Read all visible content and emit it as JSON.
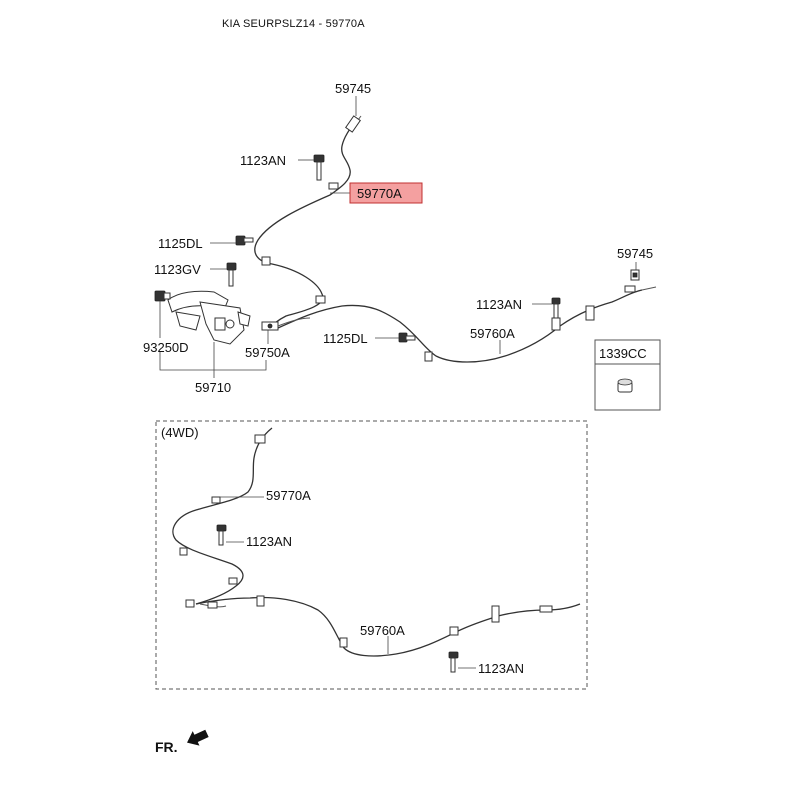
{
  "header": {
    "title": "KIA SEURPSLZ14 - 59770A"
  },
  "highlight": {
    "color": "#f08080",
    "border": "#c03030"
  },
  "labels": {
    "p59745_top": "59745",
    "p1123an_top": "1123AN",
    "p59770a_main": "59770A",
    "p1125dl_left": "1125DL",
    "p1123gv": "1123GV",
    "p93250d": "93250D",
    "p59750a": "59750A",
    "p59710": "59710",
    "p1125dl_mid": "1125DL",
    "p59745_right": "59745",
    "p1123an_right": "1123AN",
    "p59760a_main": "59760A",
    "p1339cc": "1339CC",
    "box_4wd": "(4WD)",
    "p59770a_4wd": "59770A",
    "p1123an_4wd_a": "1123AN",
    "p59760a_4wd": "59760A",
    "p1123an_4wd_b": "1123AN",
    "fr": "FR."
  },
  "icons": [
    "bolt-icon",
    "nut-icon",
    "clip-icon",
    "arrow-icon",
    "lever-icon"
  ]
}
